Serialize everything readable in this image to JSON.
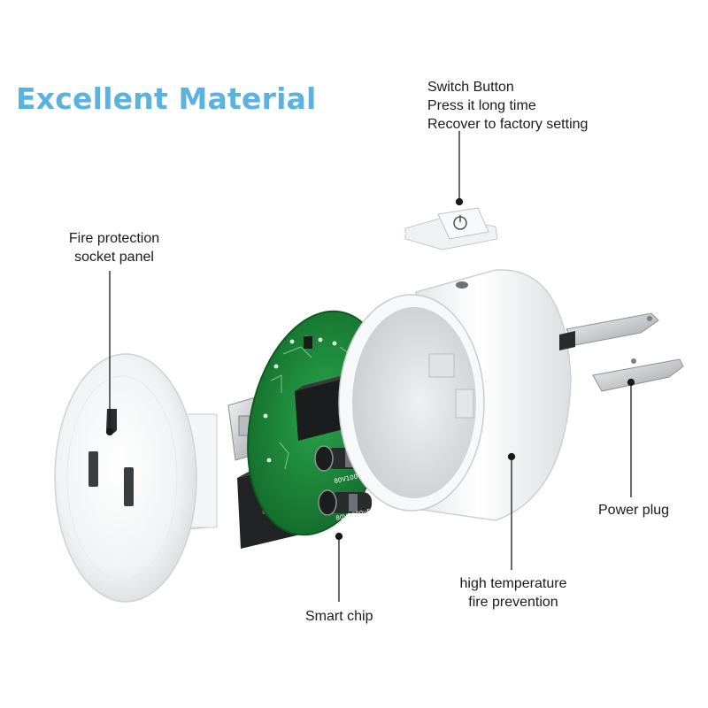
{
  "heading": "Excellent Material",
  "callouts": {
    "switch_button": [
      "Switch Button",
      "Press it long time",
      "Recover to factory setting"
    ],
    "fire_panel": [
      "Fire protection",
      "socket panel"
    ],
    "power_plug": [
      "Power plug"
    ],
    "high_temp": [
      "high temperature",
      "fire prevention"
    ],
    "smart_chip": [
      "Smart chip"
    ]
  },
  "pcb_marking": "80V1000uF",
  "colors": {
    "heading": "#5ab2e0",
    "pcb": "#1e8a3c",
    "shell": "#f2f4f5",
    "relay": "#1f1f1f"
  }
}
